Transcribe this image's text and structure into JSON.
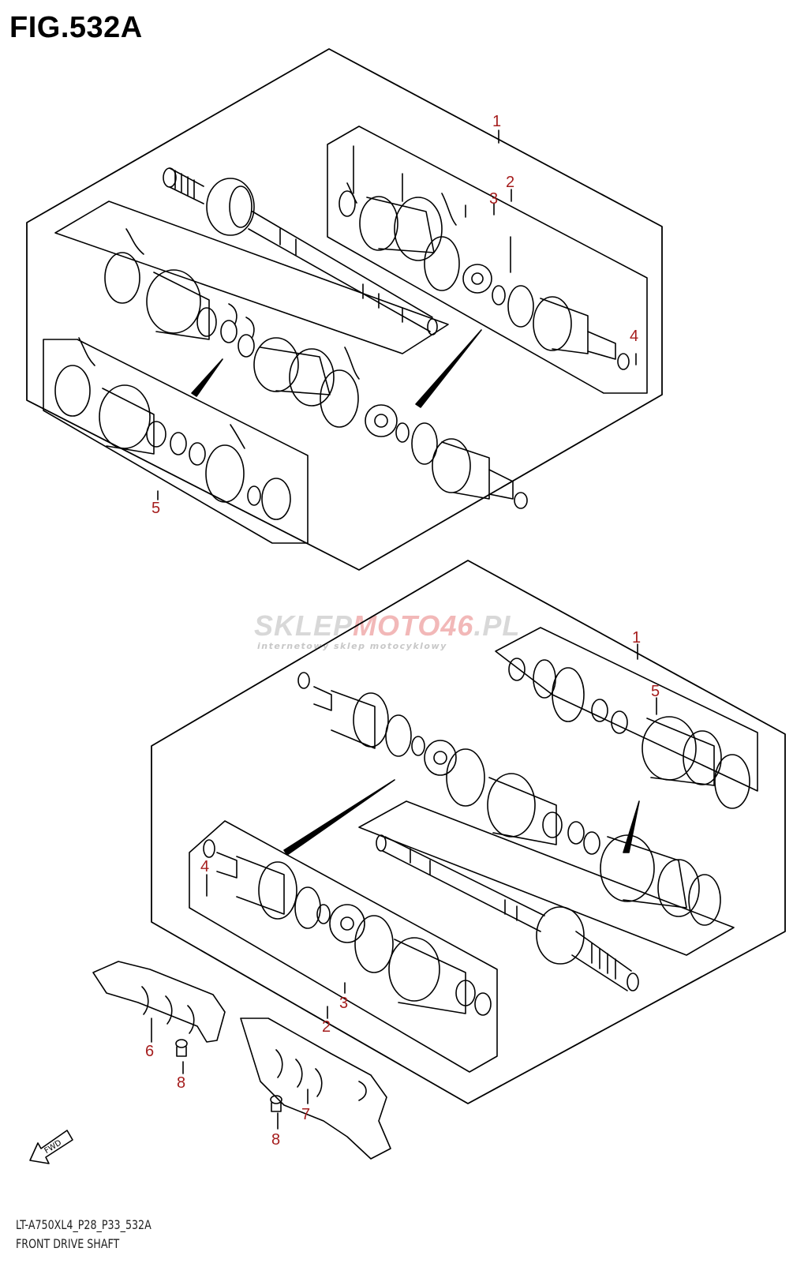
{
  "figure_title": "FIG.532A",
  "footer": {
    "model_code": "LT-A750XL4_P28_P33_532A",
    "diagram_name": "FRONT DRIVE SHAFT"
  },
  "watermark": {
    "brand_part1": "SKLEP",
    "brand_part2": "MOTO46",
    "brand_part3": ".PL",
    "tagline": "internetowy sklep motocyklowy"
  },
  "fwd_arrow_label": "FWD",
  "callouts": {
    "top_assembly": "1",
    "top_outer_kit": "2",
    "top_boot_kit": "3",
    "top_circlip": "4",
    "top_inner_kit": "5",
    "bottom_assembly": "1",
    "bottom_inner_kit": "5",
    "bottom_circlip": "4",
    "bottom_boot_kit": "3",
    "bottom_outer_kit": "2",
    "left_guard": "6",
    "left_bolt": "8",
    "right_guard": "7",
    "right_bolt": "8"
  },
  "colors": {
    "line": "#000000",
    "callout": "#a51d1d",
    "watermark": "#d8d8d8",
    "watermark_accent": "#f2b8b8"
  }
}
